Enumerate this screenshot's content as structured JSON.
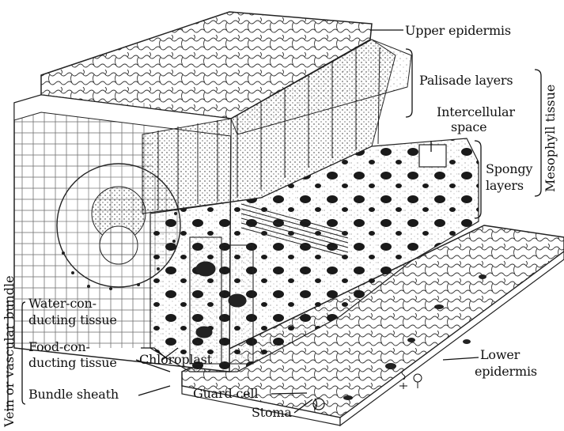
{
  "labels": {
    "upper_epidermis": "Upper epidermis",
    "palisade_layers": "Palisade layers",
    "mesophyll_tissue": "Mesophyll tissue",
    "intercellular_space_1": "Intercellular",
    "intercellular_space_2": "space",
    "spongy_layers_1": "Spongy",
    "spongy_layers_2": "layers",
    "vein": "Vein or vascular bundle",
    "water_tissue_1": "Water-con-",
    "water_tissue_2": "ducting tissue",
    "food_tissue_1": "Food-con-",
    "food_tissue_2": "ducting tissue",
    "bundle_sheath": "Bundle sheath",
    "chloroplast": "Chloroplast",
    "guard_cell": "Guard cell",
    "stoma": "Stoma",
    "lower_epidermis_1": "Lower",
    "lower_epidermis_2": "epidermis"
  }
}
